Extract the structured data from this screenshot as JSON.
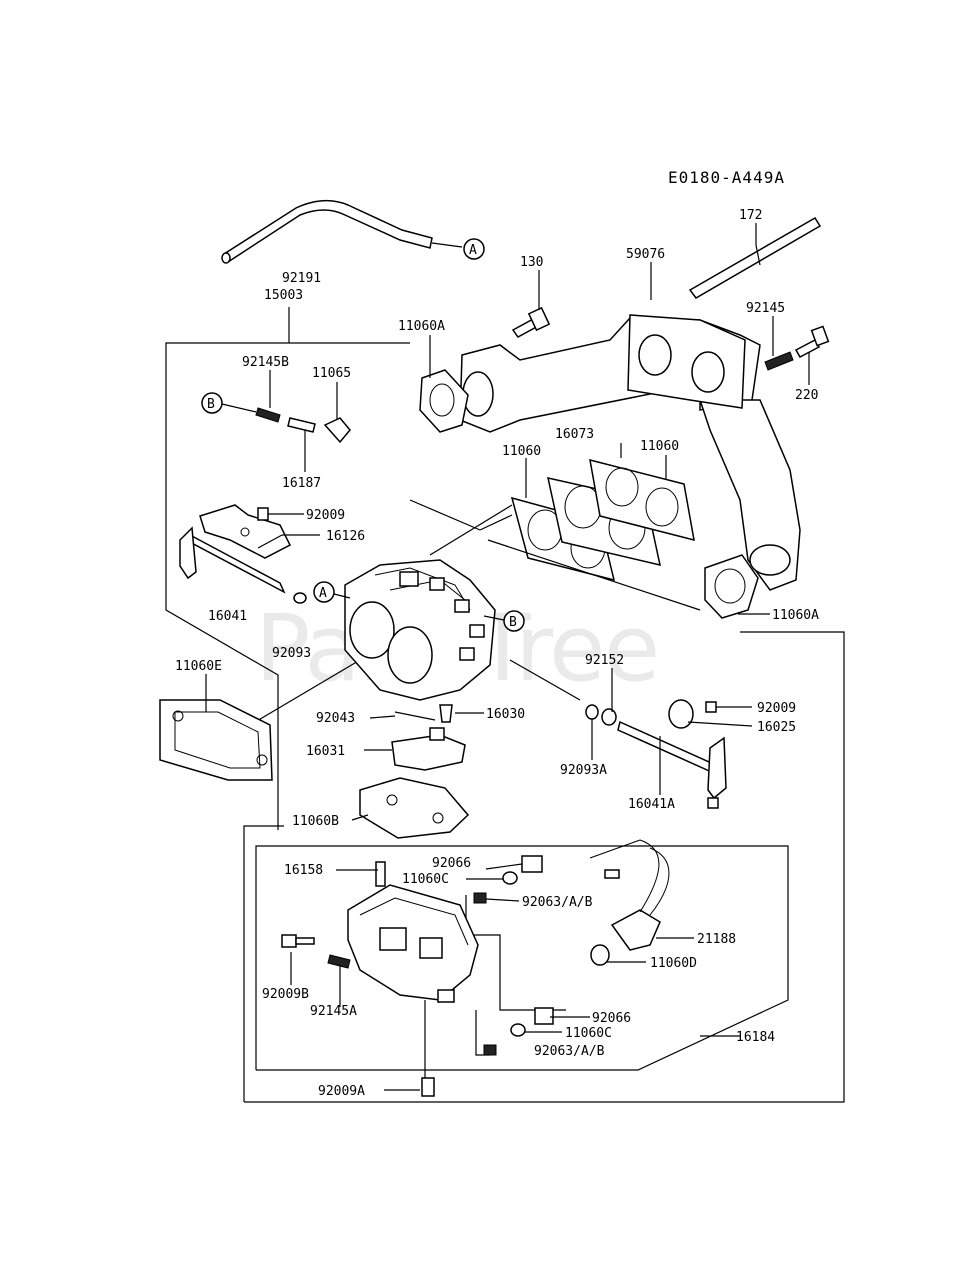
{
  "diagram": {
    "code": "E0180-A449A",
    "watermark": "PartsTree",
    "ref_markers": {
      "a": "A",
      "b": "B"
    },
    "labels": {
      "p172": "172",
      "p59076": "59076",
      "p130": "130",
      "p92145": "92145",
      "p220": "220",
      "p92191": "92191",
      "p15003": "15003",
      "p11060A_top": "11060A",
      "p92145B": "92145B",
      "p11065": "11065",
      "p16187": "16187",
      "p16073": "16073",
      "p11060_left": "11060",
      "p11060_right": "11060",
      "p92009_top": "92009",
      "p16126": "16126",
      "p16041": "16041",
      "p92093": "92093",
      "p11060A_right": "11060A",
      "p11060E": "11060E",
      "p92152": "92152",
      "p92009_right": "92009",
      "p16025": "16025",
      "p92043": "92043",
      "p16030": "16030",
      "p16031": "16031",
      "p92093A": "92093A",
      "p16041A": "16041A",
      "p11060B": "11060B",
      "p16158": "16158",
      "p92066_top": "92066",
      "p11060C_top": "11060C",
      "p92063_top": "92063/A/B",
      "p21188": "21188",
      "p11060D": "11060D",
      "p92009B": "92009B",
      "p92145A": "92145A",
      "p92066_bot": "92066",
      "p11060C_bot": "11060C",
      "p92063_bot": "92063/A/B",
      "p16184": "16184",
      "p92009A": "92009A"
    }
  }
}
